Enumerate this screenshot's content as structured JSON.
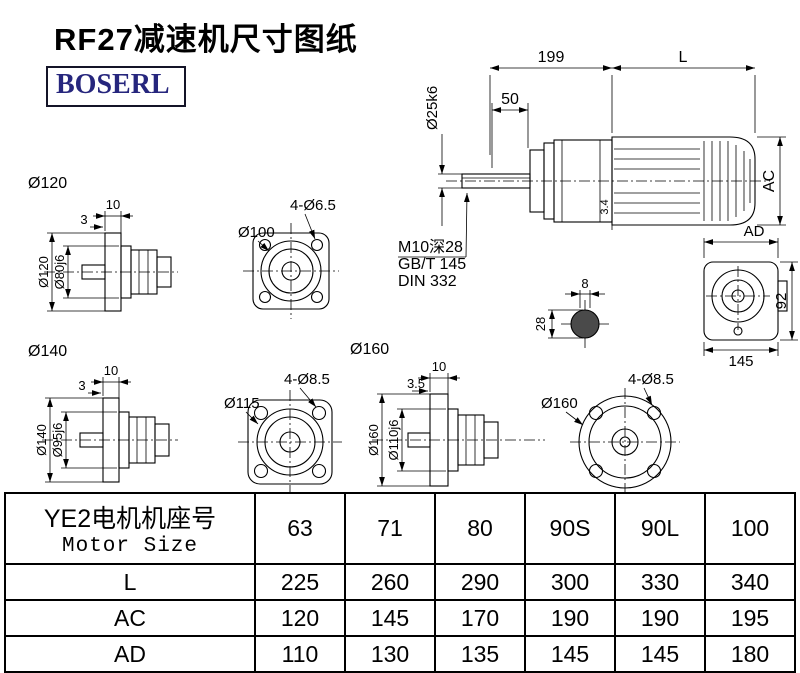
{
  "page": {
    "title": "RF27减速机尺寸图纸",
    "logo": "BOSERL"
  },
  "main_view": {
    "dim_199": "199",
    "dim_L": "L",
    "dim_50": "50",
    "dim_shaft": "Ø25k6",
    "dim_34": "3.4",
    "dim_AC": "AC",
    "note_line1": "M10深28",
    "note_line2": "GB/T 145",
    "note_line3": "DIN 332"
  },
  "section_view": {
    "dim_8": "8",
    "dim_28": "28"
  },
  "rear_view": {
    "dim_AD": "AD",
    "dim_92": "92",
    "dim_145": "145"
  },
  "flange_120": {
    "title": "Ø120",
    "dim_10": "10",
    "dim_3": "3",
    "dim_od": "Ø120",
    "dim_spigot": "Ø80j6"
  },
  "front_100": {
    "dim_bore": "Ø100",
    "dim_holes": "4-Ø6.5"
  },
  "flange_140": {
    "title": "Ø140",
    "dim_10": "10",
    "dim_3": "3",
    "dim_od": "Ø140",
    "dim_spigot": "Ø95j6"
  },
  "front_115": {
    "dim_bore": "Ø115",
    "dim_holes": "4-Ø8.5"
  },
  "flange_160": {
    "title": "Ø160",
    "dim_10": "10",
    "dim_35": "3.5",
    "dim_od": "Ø160",
    "dim_spigot": "Ø110j6"
  },
  "front_160": {
    "dim_bore": "Ø160",
    "dim_holes": "4-Ø8.5"
  },
  "table": {
    "header_cn": "YE2电机机座号",
    "header_en": "Motor Size",
    "columns": [
      "63",
      "71",
      "80",
      "90S",
      "90L",
      "100"
    ],
    "rows": [
      {
        "label": "L",
        "values": [
          "225",
          "260",
          "290",
          "300",
          "330",
          "340"
        ]
      },
      {
        "label": "AC",
        "values": [
          "120",
          "145",
          "170",
          "190",
          "190",
          "195"
        ]
      },
      {
        "label": "AD",
        "values": [
          "110",
          "130",
          "135",
          "145",
          "145",
          "180"
        ]
      }
    ]
  }
}
